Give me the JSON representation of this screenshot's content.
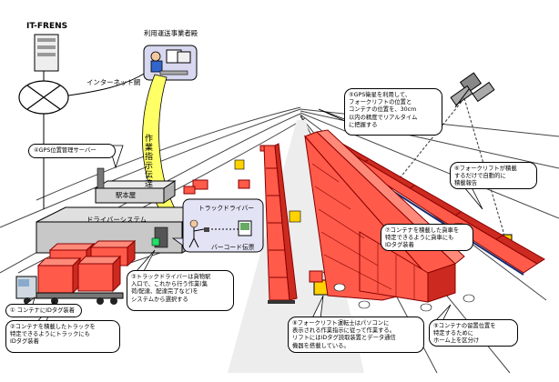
{
  "labels": {
    "it_frens": "IT-FRENS",
    "operator": "利用運送事業者殿",
    "internet": "インターネット網",
    "instruction": "作業指示伝達",
    "station": "駅本屋",
    "gps_server": "④GPS位置管理サーバー",
    "driver_system": "ドライバーシステム",
    "truck_driver": "トラックドライバー",
    "barcode": "バーコード伝票"
  },
  "callouts": {
    "c1": "① コンテナにIDタグ装着",
    "c2": "②コンテナを積載したトラックを\n特定できるようにトラックにも\nIDタグ装着",
    "c3": "③トラックドライバーは貨物駅\n入口で、これから行う作業(集\n荷/配達、配達完了など)を\nシステムから選択する",
    "c4": "⑤GPS衛星を利用して、\nフォークリフトの位置と\nコンテナの位置を、30cm\n以内の精度でリアルタイム\nに把握する",
    "c5": "⑥フォークリフトが積載\nするだけで自動的に\n積載報告",
    "c6": "⑦コンテナを積載した貨車を\n特定できるように貨車にも\nIDタグ装着",
    "c7": "⑧フォークリフト運転士はパソコンに\n表示される作業指示に従って作業する。\nリフトにはIDタグ読取装置とデータ通信\n機器を搭載している。",
    "c8": "⑨コンテナの留置位置を\n特定するために\nホーム上を区分け"
  },
  "colors": {
    "container": "#ff5a4a",
    "container_dark": "#cc2a20",
    "callout_fill": "#ffffff",
    "instruction_arrow": "#ffff66",
    "platform": "#d9d9d9"
  }
}
